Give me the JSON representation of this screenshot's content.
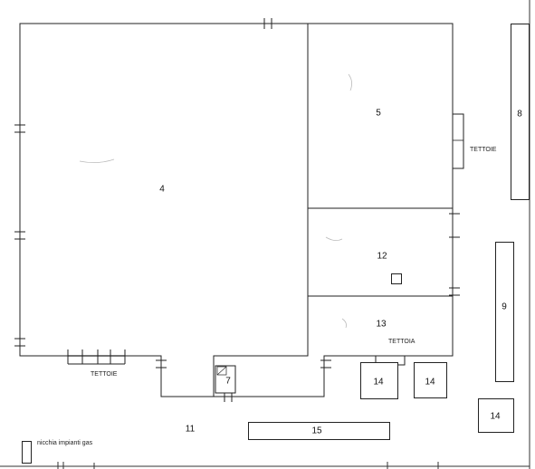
{
  "rooms": {
    "r4": "4",
    "r5": "5",
    "r7": "7",
    "r8": "8",
    "r9": "9",
    "r11": "11",
    "r12": "12",
    "r13": "13",
    "r14a": "14",
    "r14b": "14",
    "r14c": "14",
    "r15": "15"
  },
  "labels": {
    "tettoie_left": "TETTOIE",
    "tettoie_right": "TETTOIE",
    "tettoia": "TETTOIA",
    "nicchia": "nicchia impianti gas"
  },
  "colors": {
    "line": "#222222",
    "faint": "#bbbbbb"
  }
}
